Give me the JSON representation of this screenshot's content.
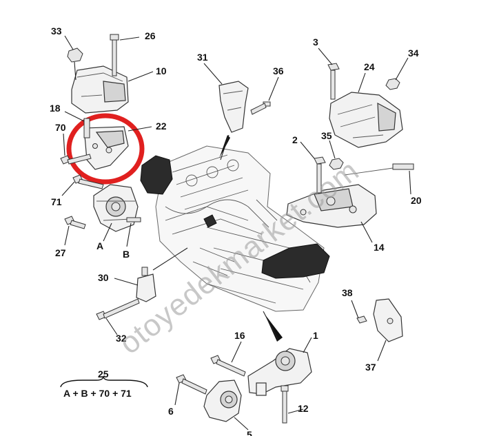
{
  "labels": {
    "l33": "33",
    "l26": "26",
    "l10": "10",
    "l18": "18",
    "l70": "70",
    "l22": "22",
    "l71": "71",
    "l27": "27",
    "lA": "A",
    "lB": "B",
    "l31": "31",
    "l36": "36",
    "l3": "3",
    "l34": "34",
    "l24": "24",
    "l2": "2",
    "l35": "35",
    "l20": "20",
    "l14": "14",
    "l30": "30",
    "l32": "32",
    "l38": "38",
    "l37": "37",
    "l16": "16",
    "l1": "1",
    "l25": "25",
    "l6": "6",
    "l12": "12",
    "l5": "5"
  },
  "kit_formula": "A + B + 70 + 71",
  "watermark": "otoyedekmarket.com",
  "colors": {
    "highlight": "#e0201f",
    "ink": "#111111",
    "watermark": "#9a9a9a"
  }
}
